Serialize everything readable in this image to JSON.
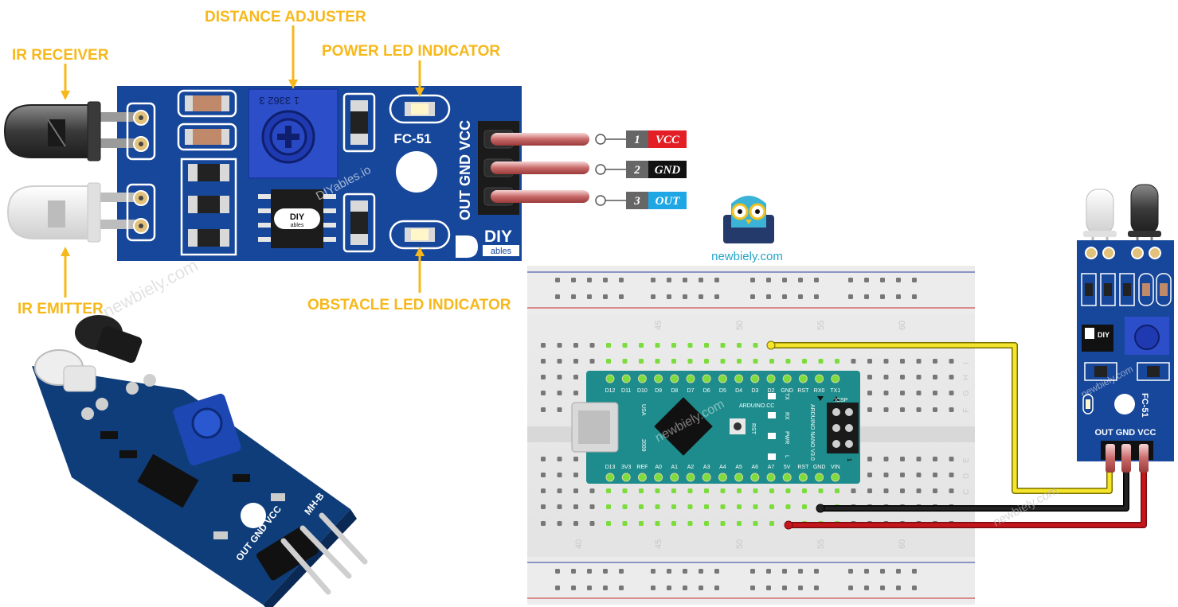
{
  "callouts": {
    "distance_adjuster": "DISTANCE ADJUSTER",
    "ir_receiver": "IR RECEIVER",
    "power_led": "POWER LED INDICATOR",
    "ir_emitter": "IR EMITTER",
    "obstacle_led": "OBSTACLE LED INDICATOR"
  },
  "module": {
    "model": "FC-51",
    "pot_code": "1 3362 3",
    "pin_header_label": "OUT GND VCC",
    "brand_watermark": "DIYables.io",
    "chip_logo_top": "DIY",
    "chip_logo_bottom": "ables",
    "brand_logo_top": "DIY",
    "brand_logo_bottom": "ables"
  },
  "pins": [
    {
      "num": "1",
      "name": "VCC",
      "bg": "#e31e24",
      "fg": "#ffffff"
    },
    {
      "num": "2",
      "name": "GND",
      "bg": "#111111",
      "fg": "#ffffff"
    },
    {
      "num": "3",
      "name": "OUT",
      "bg": "#1ea7e4",
      "fg": "#ffffff"
    }
  ],
  "logo": {
    "site": "newbiely.com"
  },
  "watermarks": {
    "site": "newbiely.com"
  },
  "photo_module": {
    "pin_label": "OUT GND VCC",
    "model": "MH-B"
  },
  "breadboard": {
    "column_numbers": [
      "40",
      "45",
      "50",
      "55",
      "60"
    ],
    "row_letters_top": [
      "I",
      "H",
      "G",
      "F"
    ],
    "row_letters_bottom": [
      "E",
      "D",
      "C"
    ]
  },
  "nano": {
    "top_pins": [
      "D12",
      "D11",
      "D10",
      "D9",
      "D8",
      "D7",
      "D6",
      "D5",
      "D4",
      "D3",
      "D2",
      "GND",
      "RST",
      "RX0",
      "TX1"
    ],
    "bottom_pins": [
      "D13",
      "3V3",
      "REF",
      "A0",
      "A1",
      "A2",
      "A3",
      "A4",
      "A5",
      "A6",
      "A7",
      "5V",
      "RST",
      "GND",
      "VIN"
    ],
    "labels": {
      "arduino_cc": "ARDUINO.CC",
      "usa": "USA",
      "year": "2009",
      "rst": "RST",
      "tx": "TX",
      "rx": "RX",
      "pwr": "PWR",
      "l": "L",
      "icsp": "ICSP",
      "name": "ARDUINO NANO V3.0",
      "one": "1"
    }
  },
  "small_module": {
    "model": "FC-51",
    "pin_label": "OUT GND VCC",
    "logo": "DIY"
  },
  "colors": {
    "pcb_blue": "#17479a",
    "callout_yellow": "#f7b81c",
    "wire_yellow": "#f4e42c",
    "wire_black": "#111111",
    "wire_red": "#c4161c",
    "nano_teal": "#1e8c8c"
  }
}
